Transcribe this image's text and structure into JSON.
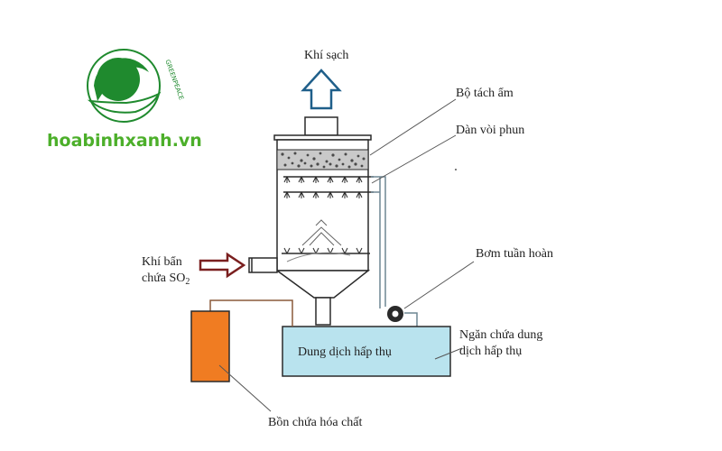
{
  "brand": {
    "site": "hoabinhxanh.vn",
    "logo_text": "GREENPEACE",
    "colors": {
      "green": "#1f8a2e",
      "text_green": "#4caf2a"
    }
  },
  "labels": {
    "clean_air": "Khí sạch",
    "demister": "Bộ tách ẩm",
    "spray_nozzles": "Dàn vòi phun",
    "dirty_air_line1": "Khí bẩn",
    "dirty_air_line2": "chứa SO",
    "dirty_air_sub": "2",
    "pump": "Bơm tuần hoàn",
    "tank_section_line1": "Ngăn chứa dung",
    "tank_section_line2": "dịch hấp thụ",
    "absorbent_solution": "Dung dịch hấp thụ",
    "chemical_tank": "Bồn chứa hóa chất"
  },
  "colors": {
    "liquid": "#b9e3ee",
    "chem_tank": "#f07c22",
    "arrow_dark_red": "#7a1f1f",
    "outline": "#2a2a2a",
    "pipe": "#6f8794",
    "arrow_blue": "#1f5f8a"
  }
}
